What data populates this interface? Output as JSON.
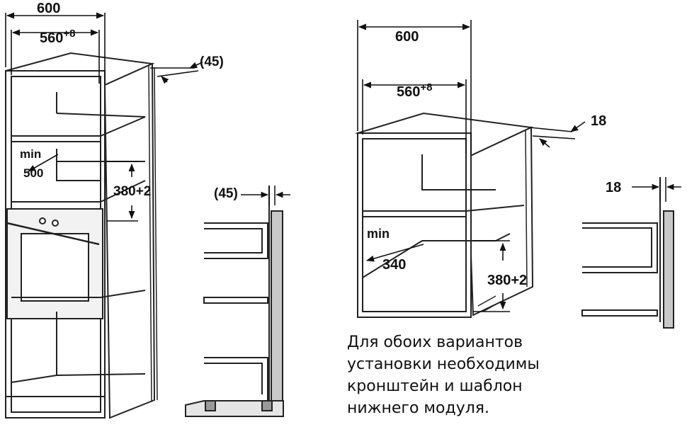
{
  "left_tall_cabinet": {
    "width_outer": "600",
    "width_inner": "560",
    "width_inner_tol": "+8",
    "rear_gap": "(45)",
    "niche_depth_label": "min",
    "niche_depth_value": "500",
    "niche_height": "380+2"
  },
  "left_side_section": {
    "rear_gap": "(45)"
  },
  "right_wall_cabinet": {
    "width_outer": "600",
    "width_inner": "560",
    "width_inner_tol": "+8",
    "rear_gap": "18",
    "niche_depth_label": "min",
    "niche_depth_value": "340",
    "niche_height": "380+2"
  },
  "right_side_section": {
    "rear_gap": "18"
  },
  "note_lines": [
    "Для обоих вариантов",
    "установки необходимы",
    "кронштейн и шаблон",
    "нижнего модуля."
  ]
}
